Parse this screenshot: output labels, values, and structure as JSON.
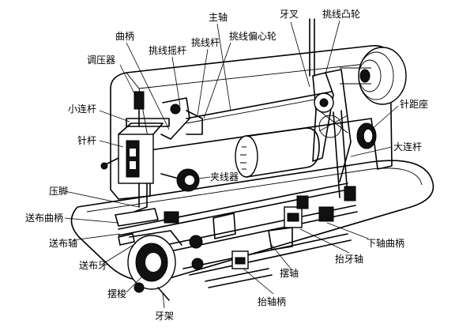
{
  "labels": {
    "zhuzhou": "主轴",
    "yacha": "牙叉",
    "tiaoxian_tulun": "挑线凸轮",
    "qubing": "曲柄",
    "tiaoxian_yaogan": "挑线摇杆",
    "tiaoxiangan": "挑线杆",
    "tiaoxian_pianxinlun": "挑线偏心轮",
    "tiaoyaqi": "调压器",
    "xiaoliangan": "小连杆",
    "zhenjuzuo": "针距座",
    "zhengan": "针杆",
    "daliangan": "大连杆",
    "jiaxianqi": "夹线器",
    "yajiao": "压脚",
    "songbu_qubing": "送布曲柄",
    "songbuzhou": "送布轴",
    "xiazhou_qubing": "下轴曲柄",
    "songbuya": "送布牙",
    "taiyazhou": "抬牙轴",
    "baizhou": "摆轴",
    "baisuo": "摆梭",
    "taizhoubing": "抬轴柄",
    "yajia": "牙架"
  }
}
